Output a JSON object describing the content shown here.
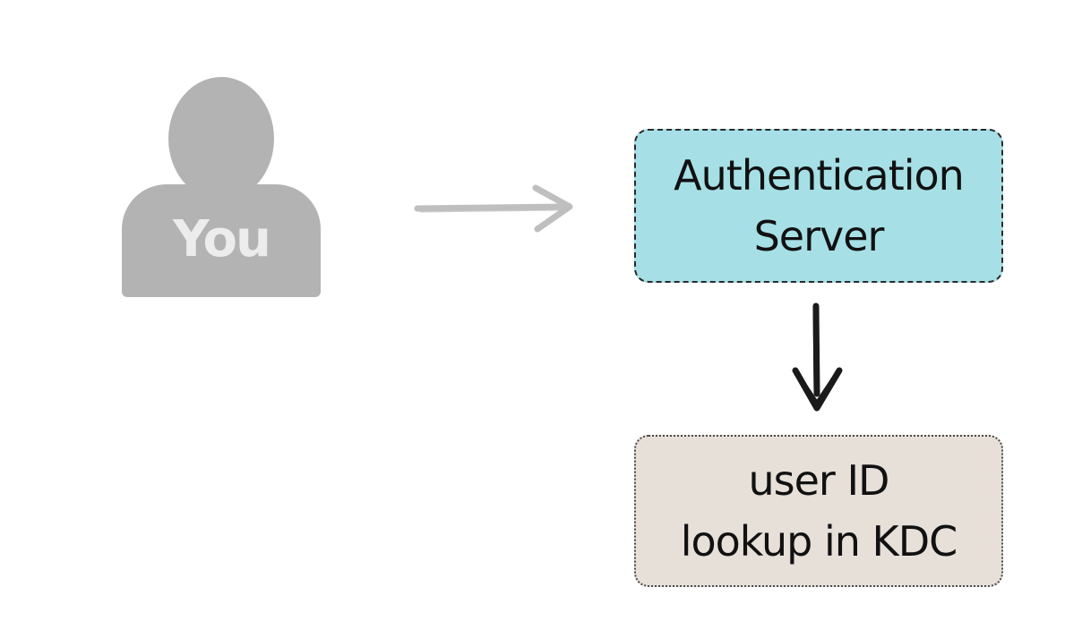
{
  "user": {
    "label": "You",
    "icon": "user-silhouette-icon",
    "color": "#b3b3b3"
  },
  "auth_server": {
    "line1": "Authentication",
    "line2": "Server",
    "fill": "#a6e0e6"
  },
  "kdc": {
    "line1": "user ID",
    "line2": "lookup in KDC",
    "fill": "#e6e0d9"
  },
  "arrows": {
    "user_to_auth": {
      "color": "#bfbfbf"
    },
    "auth_to_kdc": {
      "color": "#1a1a1a"
    }
  }
}
